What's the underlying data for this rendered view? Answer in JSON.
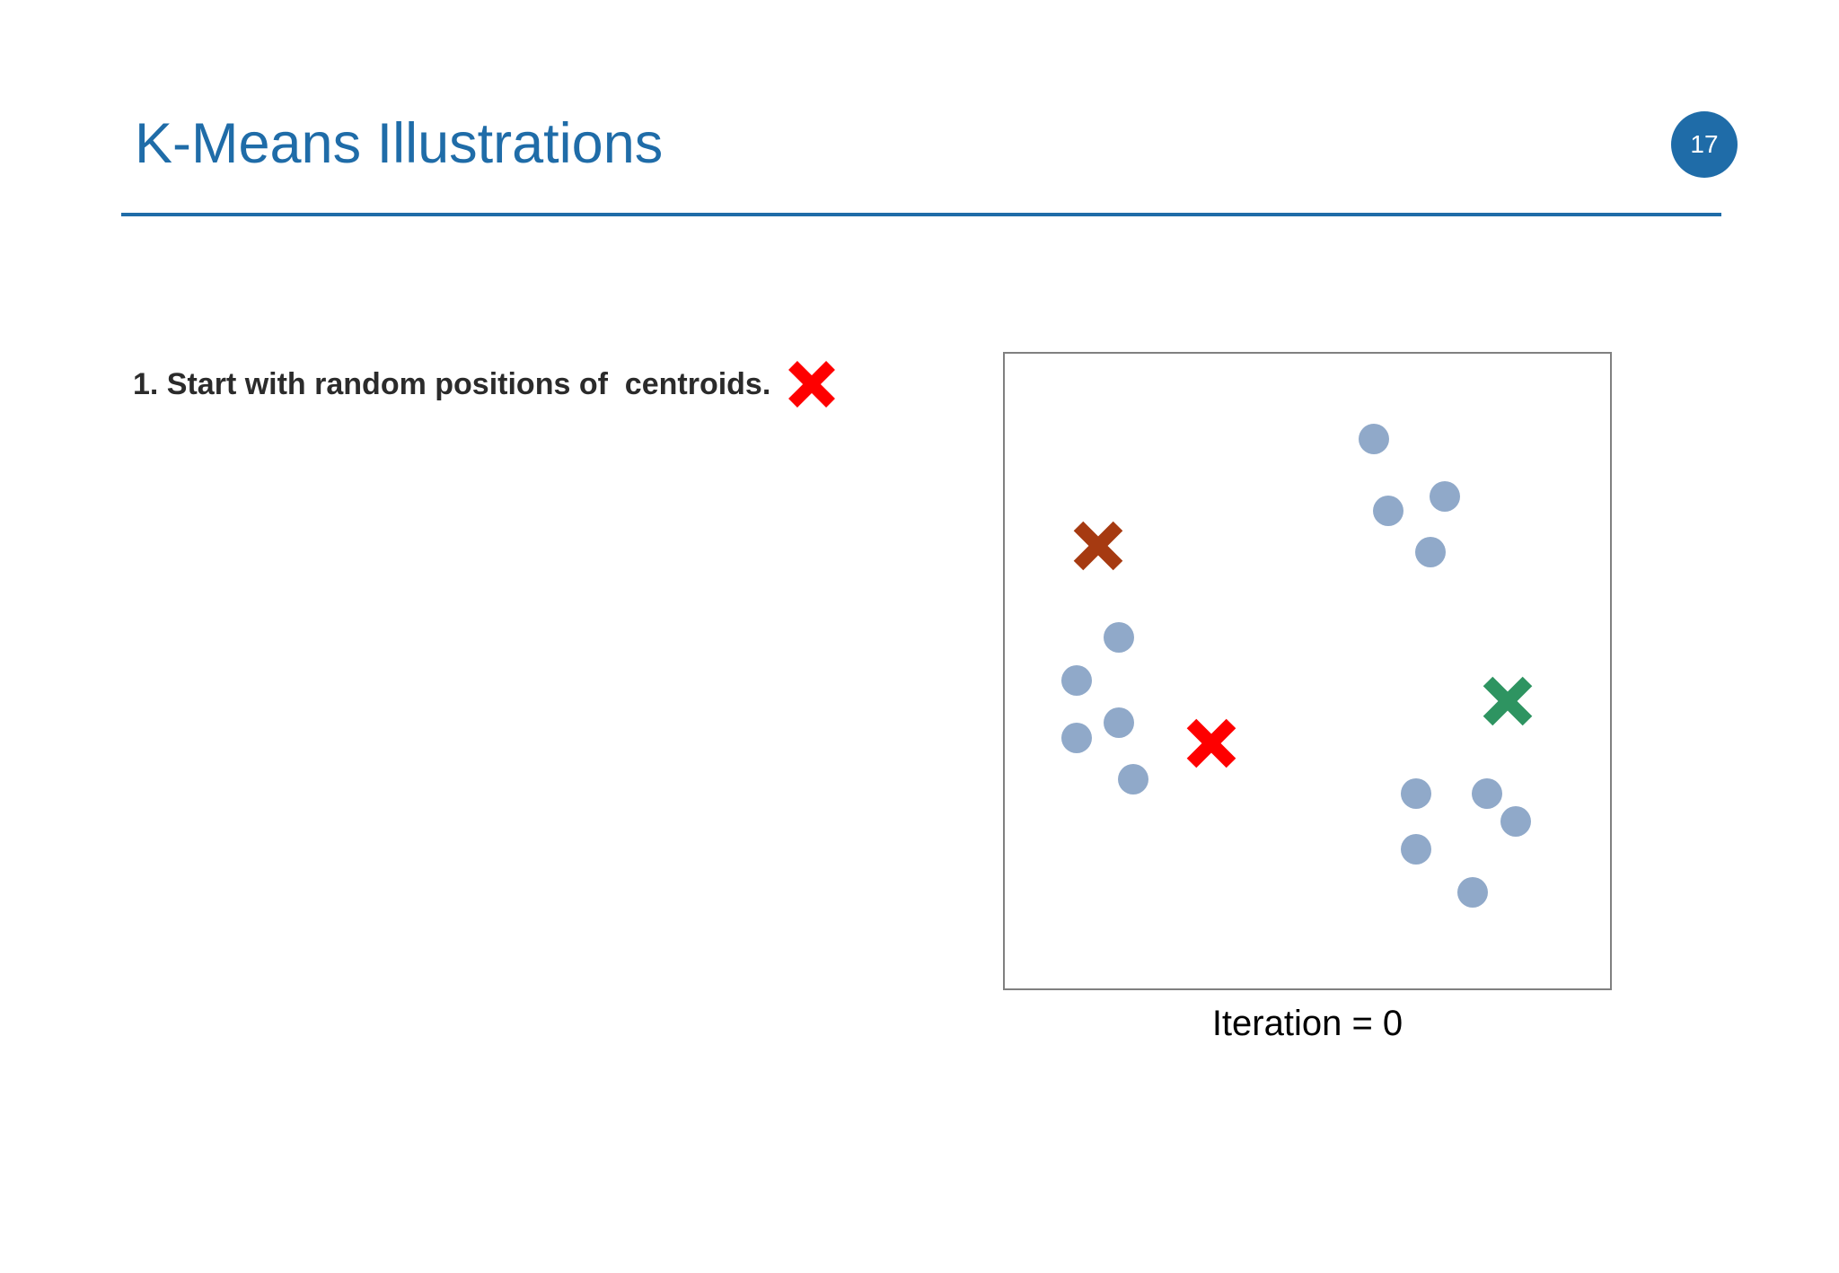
{
  "slide": {
    "title": "K-Means Illustrations",
    "page_number": "17",
    "accent_color": "#1f6ca8"
  },
  "bullet": {
    "text": "1. Start with random positions of  centroids.",
    "trailing_marker_color": "#fe0000",
    "trailing_marker_name": "red-x-marker"
  },
  "plot": {
    "caption": "Iteration = 0",
    "box_border_color": "#808080",
    "dot_color": "#90a9c9",
    "dot_radius": 17
  },
  "chart_data": {
    "type": "scatter",
    "title": "Iteration = 0",
    "xlabel": "",
    "ylabel": "",
    "xlim": [
      0,
      678
    ],
    "ylim": [
      0,
      711
    ],
    "grid": false,
    "legend": "none",
    "series": [
      {
        "name": "data points",
        "marker": "circle",
        "color": "#90a9c9",
        "size": 34,
        "points": [
          {
            "x": 411,
            "y": 95
          },
          {
            "x": 490,
            "y": 159
          },
          {
            "x": 427,
            "y": 175
          },
          {
            "x": 474,
            "y": 221
          },
          {
            "x": 127,
            "y": 316
          },
          {
            "x": 80,
            "y": 364
          },
          {
            "x": 127,
            "y": 411
          },
          {
            "x": 80,
            "y": 428
          },
          {
            "x": 143,
            "y": 474
          },
          {
            "x": 458,
            "y": 490
          },
          {
            "x": 537,
            "y": 490
          },
          {
            "x": 569,
            "y": 521
          },
          {
            "x": 458,
            "y": 552
          },
          {
            "x": 521,
            "y": 600
          }
        ]
      },
      {
        "name": "centroids",
        "marker": "x",
        "points": [
          {
            "x": 104,
            "y": 214,
            "color": "#a63a11",
            "label": "brown-centroid"
          },
          {
            "x": 230,
            "y": 434,
            "color": "#fe0000",
            "label": "red-centroid"
          },
          {
            "x": 560,
            "y": 387,
            "color": "#2e9461",
            "label": "green-centroid"
          }
        ]
      }
    ]
  }
}
